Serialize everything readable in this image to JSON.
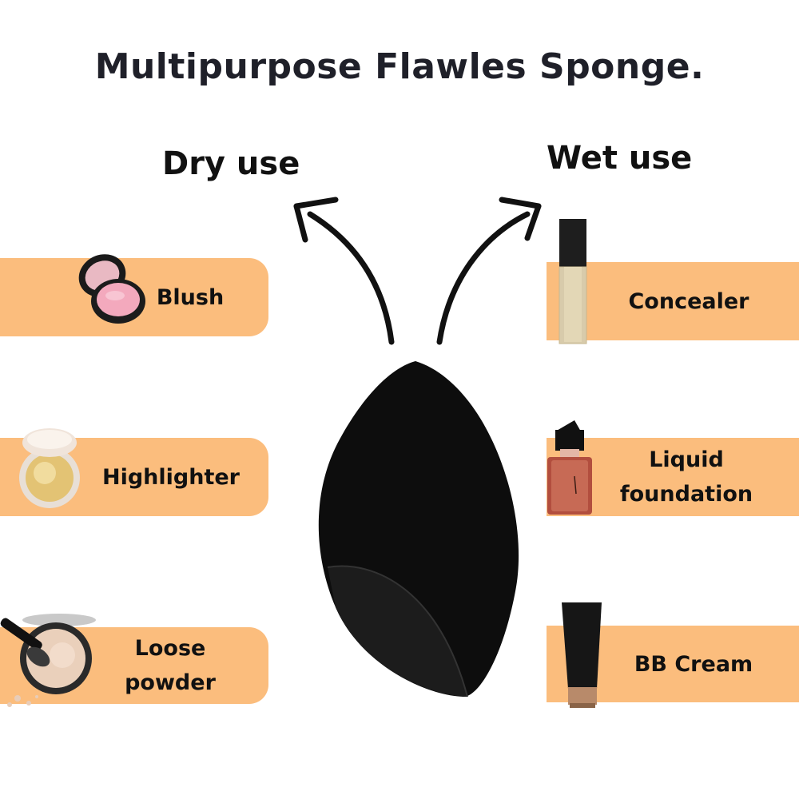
{
  "title": "Multipurpose Flawles Sponge.",
  "dry": {
    "heading": "Dry use",
    "items": [
      {
        "label": "Blush",
        "icon": "blush-compact-icon"
      },
      {
        "label": "Highlighter",
        "icon": "highlighter-compact-icon"
      },
      {
        "label": "Loose powder",
        "icon": "loose-powder-icon"
      }
    ]
  },
  "wet": {
    "heading": "Wet use",
    "items": [
      {
        "label": "Concealer",
        "icon": "concealer-tube-icon"
      },
      {
        "label": "Liquid foundation",
        "icon": "foundation-bottle-icon"
      },
      {
        "label": "BB Cream",
        "icon": "bb-cream-tube-icon"
      }
    ]
  },
  "colors": {
    "bar": "#fbbd7d",
    "title": "#1f2029",
    "sponge": "#0d0d0d"
  }
}
